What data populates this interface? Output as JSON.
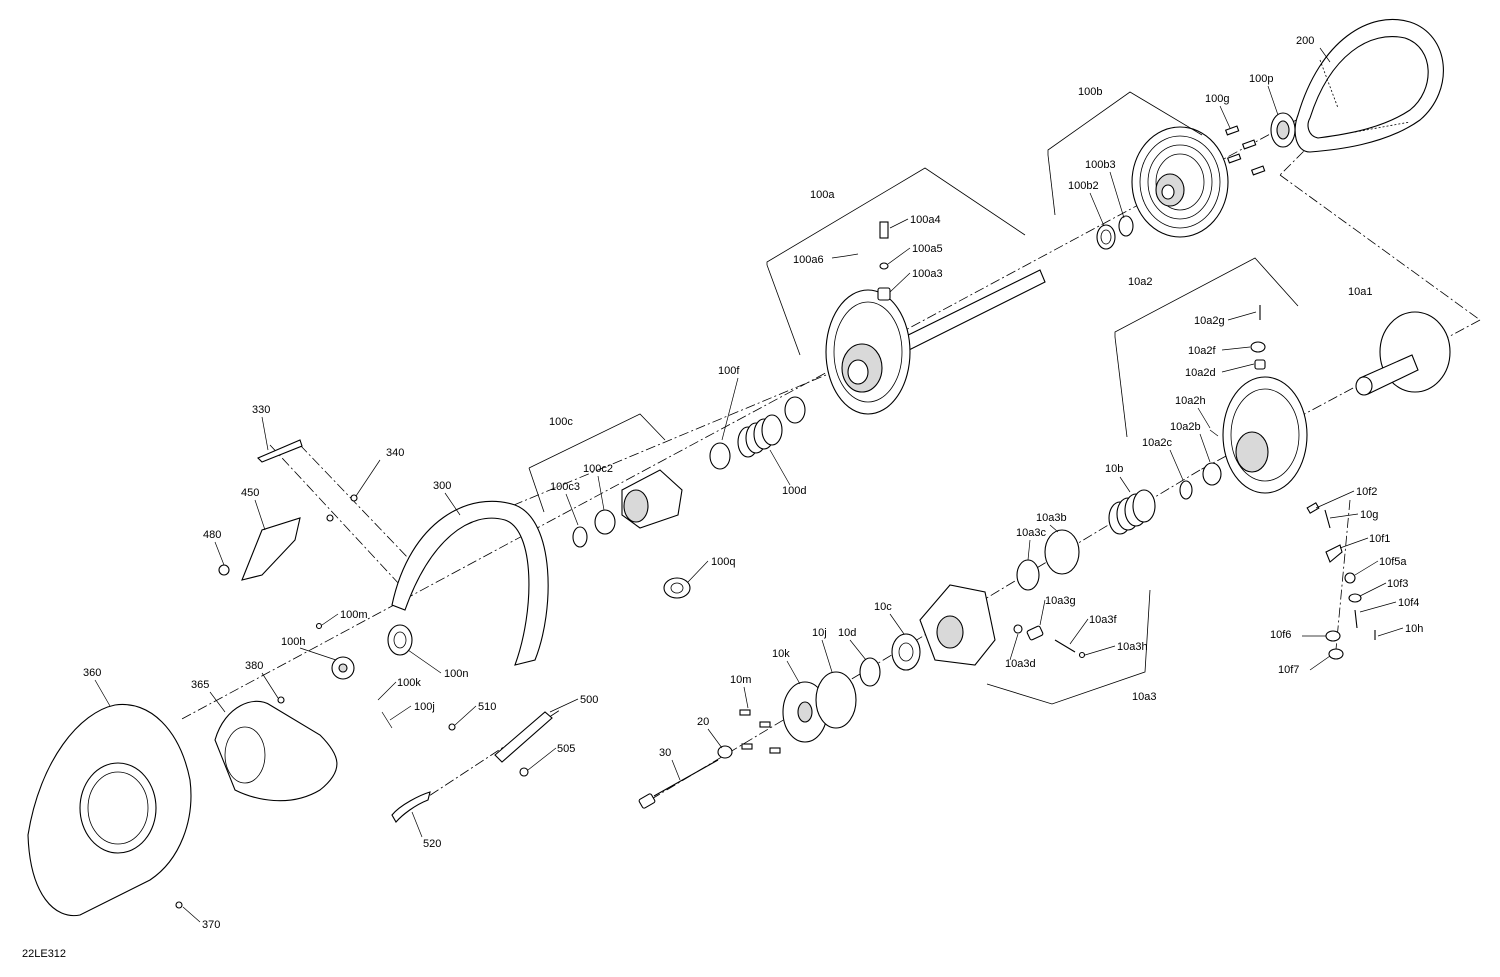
{
  "diagram_id": "22LE312",
  "callouts": [
    "200",
    "100p",
    "100g",
    "100b",
    "100b3",
    "100b2",
    "100a",
    "100a4",
    "100a5",
    "100a6",
    "100a3",
    "10a2",
    "10a1",
    "10a2g",
    "10a2f",
    "10a2d",
    "100f",
    "100c",
    "100c2",
    "100c3",
    "10a2h",
    "10a2b",
    "10a2c",
    "100d",
    "10b",
    "330",
    "340",
    "450",
    "300",
    "480",
    "10f2",
    "10g",
    "10a3b",
    "10a3c",
    "10f1",
    "10f5a",
    "100q",
    "10f3",
    "10a3g",
    "10f4",
    "10a3f",
    "100m",
    "100h",
    "10f6",
    "10h",
    "10j",
    "10d",
    "10c",
    "10a3d",
    "10a3h",
    "10k",
    "360",
    "380",
    "100n",
    "10f7",
    "100k",
    "10a3",
    "500",
    "365",
    "10m",
    "100j",
    "510",
    "20",
    "505",
    "30",
    "520",
    "370"
  ],
  "drawing": "exploded view of drive pulley assembly"
}
